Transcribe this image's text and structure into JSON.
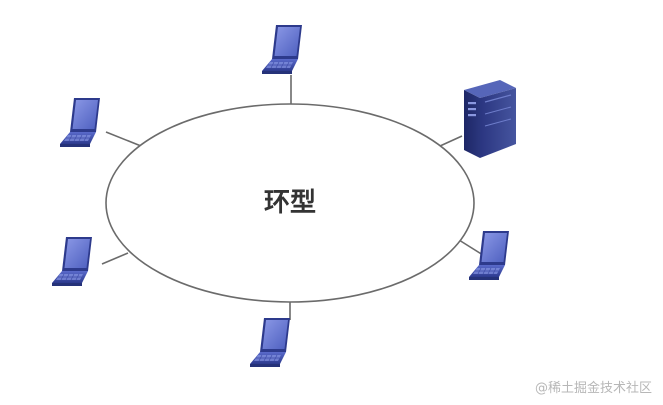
{
  "diagram": {
    "ring_label": "环型",
    "watermark": "@稀土掘金技术社区",
    "nodes": [
      {
        "name": "laptop-top",
        "type": "laptop"
      },
      {
        "name": "laptop-upper-left",
        "type": "laptop"
      },
      {
        "name": "server-upper-right",
        "type": "server"
      },
      {
        "name": "laptop-lower-left",
        "type": "laptop"
      },
      {
        "name": "laptop-lower-right",
        "type": "laptop"
      },
      {
        "name": "laptop-bottom",
        "type": "laptop"
      }
    ],
    "colors": {
      "ring_stroke": "#6b6b6b",
      "link_stroke": "#6b6b6b",
      "device_dark": "#2a3a86",
      "device_mid": "#4a5bb8",
      "device_light": "#7c8be0",
      "screen": "#6e7fd6",
      "text": "#333333",
      "watermark": "#b7b7b7"
    }
  }
}
